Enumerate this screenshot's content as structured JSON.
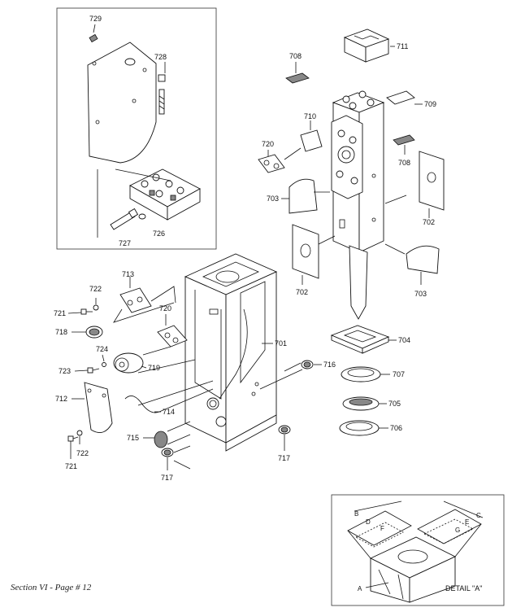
{
  "callouts": {
    "c729": "729",
    "c728": "728",
    "c727": "727",
    "c726": "726",
    "c711": "711",
    "c708a": "708",
    "c709": "709",
    "c710": "710",
    "c708b": "708",
    "c720a": "720",
    "c703a": "703",
    "c702a": "702",
    "c702b": "702",
    "c703b": "703",
    "c713": "713",
    "c722a": "722",
    "c721a": "721",
    "c718": "718",
    "c720b": "720",
    "c701": "701",
    "c724": "724",
    "c723": "723",
    "c719": "719",
    "c716": "716",
    "c704": "704",
    "c707": "707",
    "c705": "705",
    "c706": "706",
    "c712": "712",
    "c714": "714",
    "c715": "715",
    "c722b": "722",
    "c721b": "721",
    "c717a": "717",
    "c717b": "717"
  },
  "detail": {
    "title": "DETAIL \"A\"",
    "dims": {
      "a": "A",
      "b": "B",
      "c": "C",
      "d": "D",
      "e": "E",
      "f": "F",
      "g": "G"
    }
  },
  "footer": {
    "text": "Section VI - Page # 12"
  }
}
